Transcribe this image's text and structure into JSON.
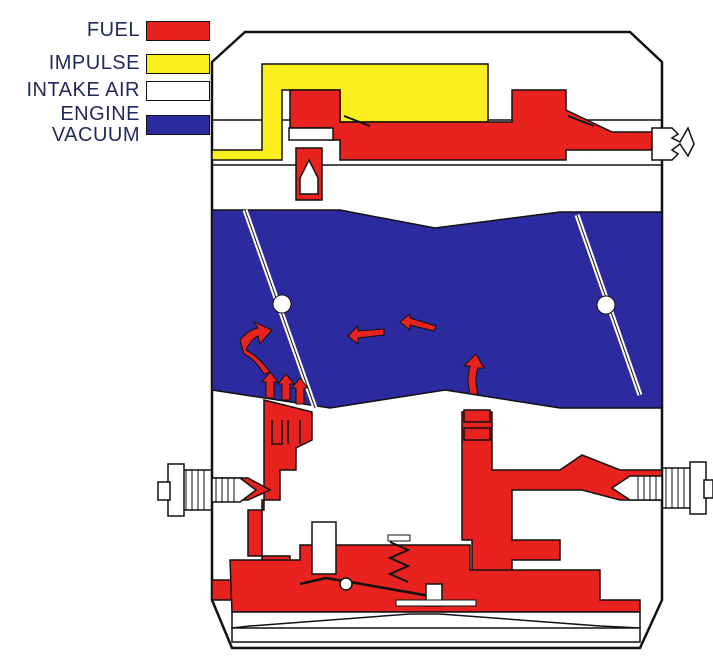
{
  "legend": {
    "items": [
      {
        "label": "FUEL",
        "color": "#e8231f"
      },
      {
        "label": "IMPULSE",
        "color": "#fbee1d"
      },
      {
        "label": "INTAKE AIR",
        "color": "#ffffff"
      },
      {
        "label": "ENGINE\nVACUUM",
        "label_line1": "ENGINE",
        "label_line2": "VACUUM",
        "color": "#2b2a9e"
      }
    ]
  },
  "colors": {
    "fuel": "#e8231f",
    "impulse": "#fbee1d",
    "intake_air": "#ffffff",
    "engine_vacuum": "#2b2a9e",
    "outline": "#111111",
    "text": "#1e2a5a"
  }
}
